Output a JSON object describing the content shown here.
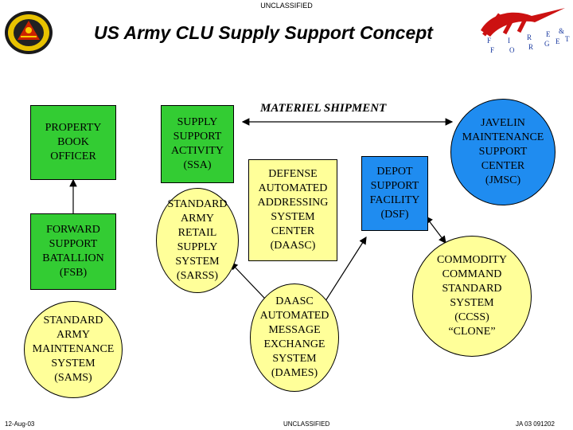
{
  "header": {
    "classification_top": "UNCLASSIFIED",
    "title": "US Army CLU Supply Support Concept"
  },
  "diagram": {
    "materiel_shipment": "MATERIEL SHIPMENT",
    "pbo": "PROPERTY\nBOOK\nOFFICER",
    "fsb": "FORWARD\nSUPPORT\nBATALLION\n(FSB)",
    "sams": "STANDARD\nARMY\nMAINTENANCE\nSYSTEM\n(SAMS)",
    "ssa": "SUPPLY\nSUPPORT\nACTIVITY\n(SSA)",
    "sarss": "STANDARD\nARMY\nRETAIL\nSUPPLY\nSYSTEM\n(SARSS)",
    "daasc": "DEFENSE\nAUTOMATED\nADDRESSING\nSYSTEM\nCENTER\n(DAASC)",
    "dames": "DAASC\nAUTOMATED\nMESSAGE\nEXCHANGE\nSYSTEM\n(DAMES)",
    "dsf": "DEPOT\nSUPPORT\nFACILITY\n(DSF)",
    "jmsc": "JAVELIN\nMAINTENANCE\nSUPPORT\nCENTER\n(JMSC)",
    "ccss": "COMMODITY\nCOMMAND\nSTANDARD\nSYSTEM\n(CCSS)\n“CLONE”"
  },
  "footer": {
    "date": "12-Aug-03",
    "classification_bottom": "UNCLASSIFIED",
    "ref": "JA 03 091202"
  },
  "colors": {
    "green": "#33cc33",
    "blue": "#1f8cf0",
    "yellow": "#ffff99",
    "javelin_red": "#cc1111"
  },
  "logos": {
    "left": "unit-seal",
    "right": "javelin-fire-and-forget-logo"
  }
}
